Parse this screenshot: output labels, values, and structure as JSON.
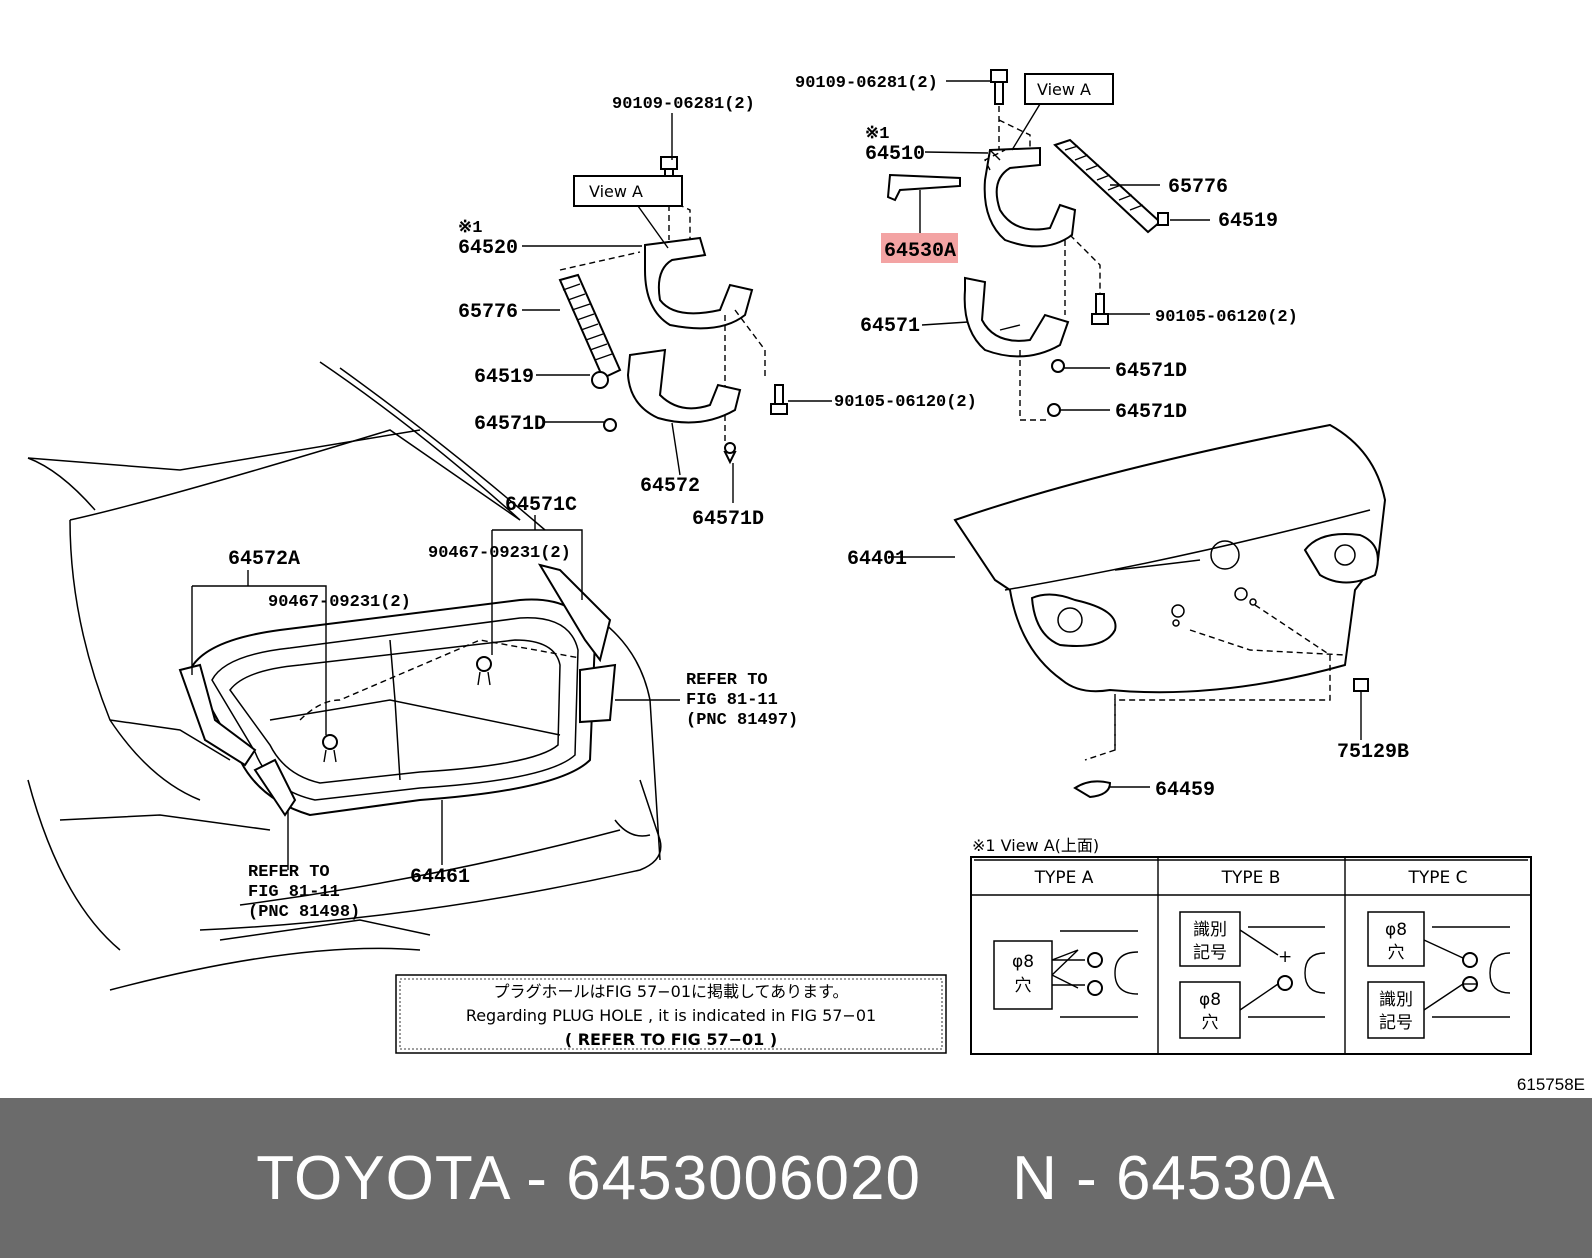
{
  "labels": {
    "bolt_left_top": "90109-06281(2)",
    "bolt_right_top": "90109-06281(2)",
    "view_a_left": "View A",
    "view_a_right": "View A",
    "mark_left": "※1",
    "mark_right": "※1",
    "hinge_left": "64520",
    "hinge_right": "64510",
    "torsion_left": "65776",
    "torsion_right": "65776",
    "stopper_left": "64519",
    "stopper_right": "64519",
    "highlight_part": "64530A",
    "cover_left_clip": "64571D",
    "cover_left": "64572",
    "cover_left_bottom_clip": "64571D",
    "bolt_left_mid": "90105-06120(2)",
    "cover_right": "64571",
    "bolt_right_mid": "90105-06120(2)",
    "clip_right_1": "64571D",
    "clip_right_2": "64571D",
    "trim_c": "64571C",
    "clip_c": "90467-09231(2)",
    "trim_a": "64572A",
    "clip_a": "90467-09231(2)",
    "weatherstrip": "64461",
    "lid": "64401",
    "bumper_stop": "75129B",
    "plug": "64459",
    "refer_right_1": "REFER TO",
    "refer_right_2": "FIG 81-11",
    "refer_right_3": "(PNC 81497)",
    "refer_left_1": "REFER TO",
    "refer_left_2": "FIG 81-11",
    "refer_left_3": "(PNC 81498)"
  },
  "note": {
    "line1": "プラグホールはFIG 57−01に掲載してあります。",
    "line2": "Regarding  PLUG HOLE , it is  indicated  in  FIG 57−01",
    "line3": "(  REFER  TO  FIG 57−01   )"
  },
  "view_table": {
    "title": "※1 View A(上面)",
    "headers": [
      "TYPE A",
      "TYPE B",
      "TYPE C"
    ],
    "type_a": {
      "hole_1": "φ8",
      "hole_2": "穴"
    },
    "type_b": {
      "id_1": "識別",
      "id_2": "記号",
      "hole_1": "φ8",
      "hole_2": "穴"
    },
    "type_c": {
      "hole_1": "φ8",
      "hole_2": "穴",
      "id_1": "識別",
      "id_2": "記号"
    }
  },
  "figure_code": "615758E",
  "caption": "TOYOTA - 6453006020     N - 64530A",
  "colors": {
    "highlight": "#f3a3a3",
    "caption_bar": "#6b6b6b"
  }
}
